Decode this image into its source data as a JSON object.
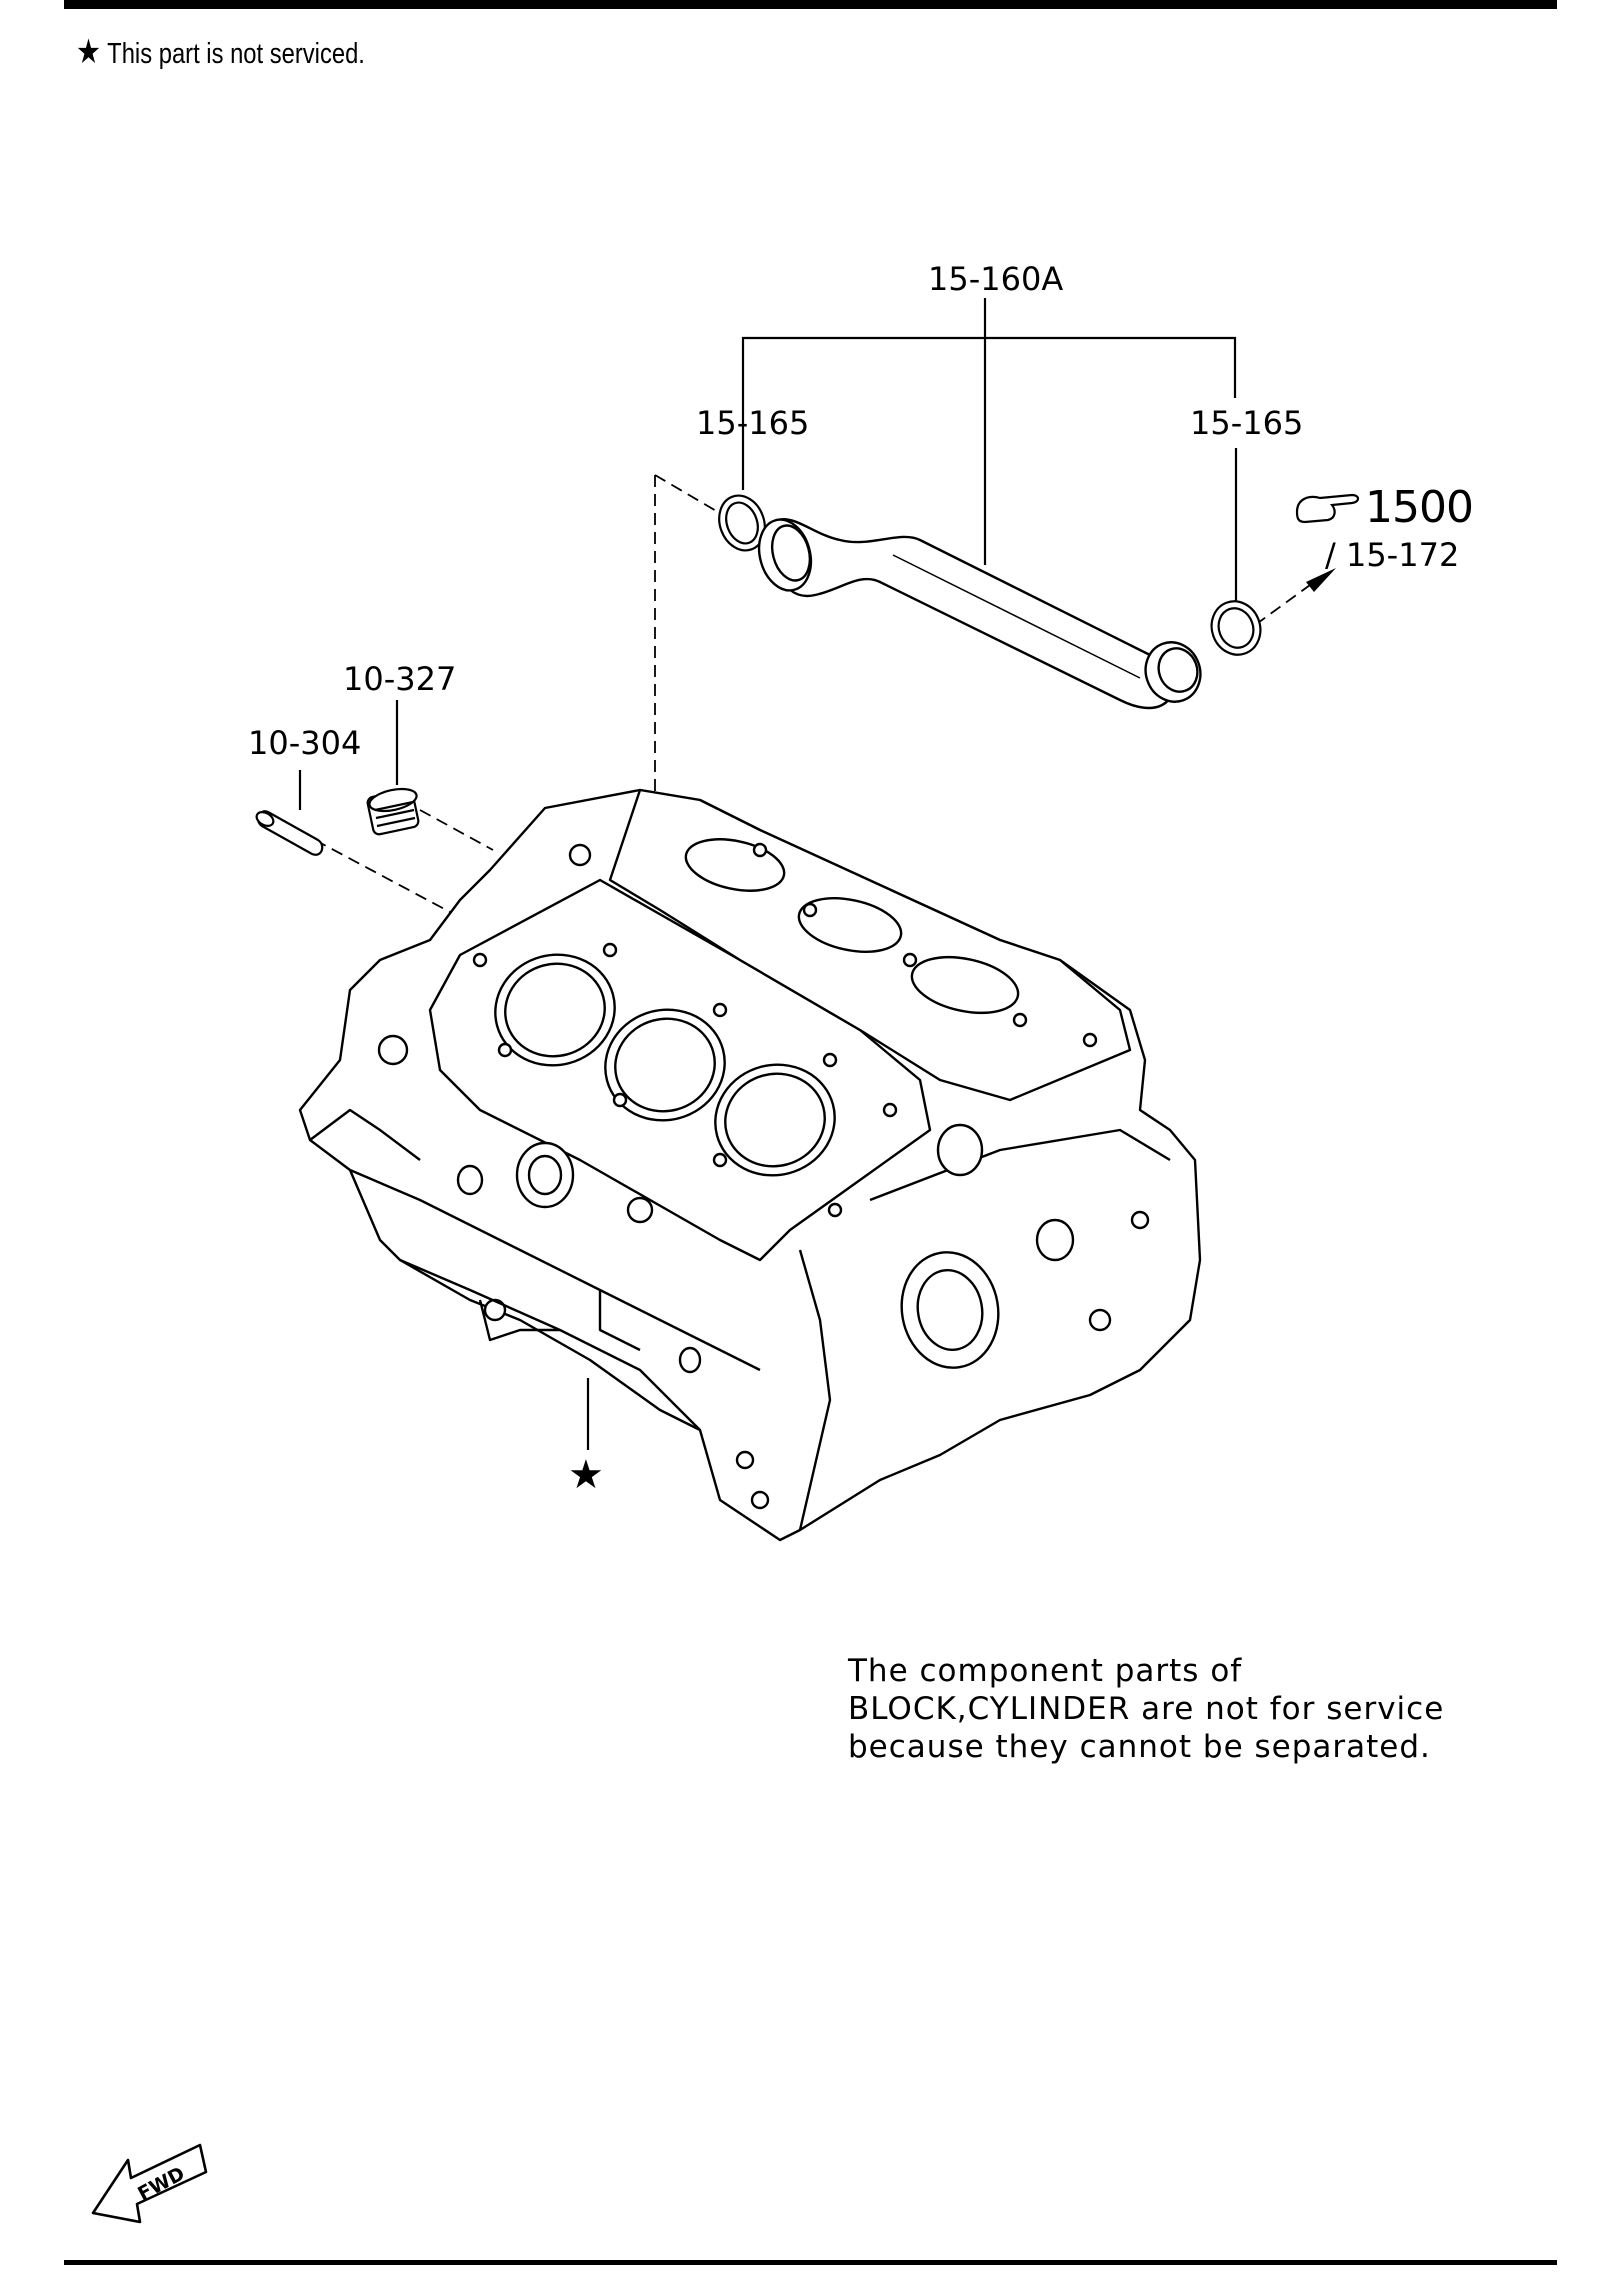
{
  "notes": {
    "not_serviced_symbol": "★",
    "not_serviced_text": "This part is not serviced.",
    "component_lines": [
      "The component parts of",
      "BLOCK,CYLINDER are not for service",
      "because they cannot be separated."
    ]
  },
  "callouts": {
    "pipe_assembly": "15-160A",
    "oring_left": "15-165",
    "oring_right": "15-165",
    "plug": "10-327",
    "pin": "10-304",
    "ref_group": "1500",
    "ref_part": "/ 15-172",
    "block_star": "★"
  },
  "fwd_label": "FWD"
}
